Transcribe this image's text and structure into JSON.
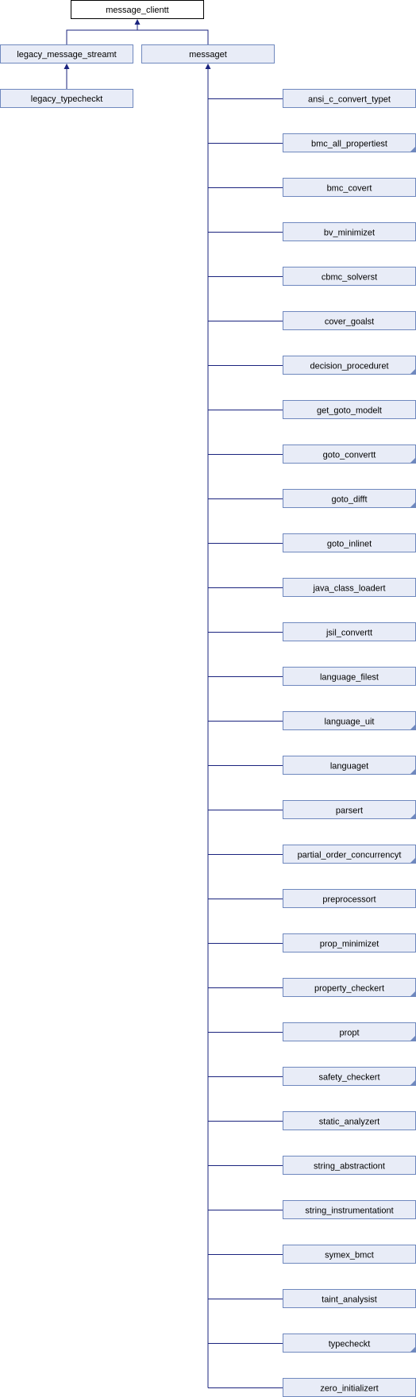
{
  "root": {
    "label": "message_clientt"
  },
  "level1": [
    {
      "label": "legacy_message_streamt"
    },
    {
      "label": "messaget"
    }
  ],
  "legacy_child": {
    "label": "legacy_typecheckt"
  },
  "derived": [
    {
      "label": "ansi_c_convert_typet",
      "more": false
    },
    {
      "label": "bmc_all_propertiest",
      "more": true
    },
    {
      "label": "bmc_covert",
      "more": false
    },
    {
      "label": "bv_minimizet",
      "more": false
    },
    {
      "label": "cbmc_solverst",
      "more": false
    },
    {
      "label": "cover_goalst",
      "more": false
    },
    {
      "label": "decision_proceduret",
      "more": true
    },
    {
      "label": "get_goto_modelt",
      "more": false
    },
    {
      "label": "goto_convertt",
      "more": true
    },
    {
      "label": "goto_difft",
      "more": true
    },
    {
      "label": "goto_inlinet",
      "more": false
    },
    {
      "label": "java_class_loadert",
      "more": false
    },
    {
      "label": "jsil_convertt",
      "more": false
    },
    {
      "label": "language_filest",
      "more": false
    },
    {
      "label": "language_uit",
      "more": true
    },
    {
      "label": "languaget",
      "more": true
    },
    {
      "label": "parsert",
      "more": true
    },
    {
      "label": "partial_order_concurrencyt",
      "more": true
    },
    {
      "label": "preprocessort",
      "more": false
    },
    {
      "label": "prop_minimizet",
      "more": false
    },
    {
      "label": "property_checkert",
      "more": true
    },
    {
      "label": "propt",
      "more": true
    },
    {
      "label": "safety_checkert",
      "more": true
    },
    {
      "label": "static_analyzert",
      "more": false
    },
    {
      "label": "string_abstractiont",
      "more": false
    },
    {
      "label": "string_instrumentationt",
      "more": false
    },
    {
      "label": "symex_bmct",
      "more": false
    },
    {
      "label": "taint_analysist",
      "more": false
    },
    {
      "label": "typecheckt",
      "more": true
    },
    {
      "label": "zero_initializert",
      "more": false
    }
  ]
}
